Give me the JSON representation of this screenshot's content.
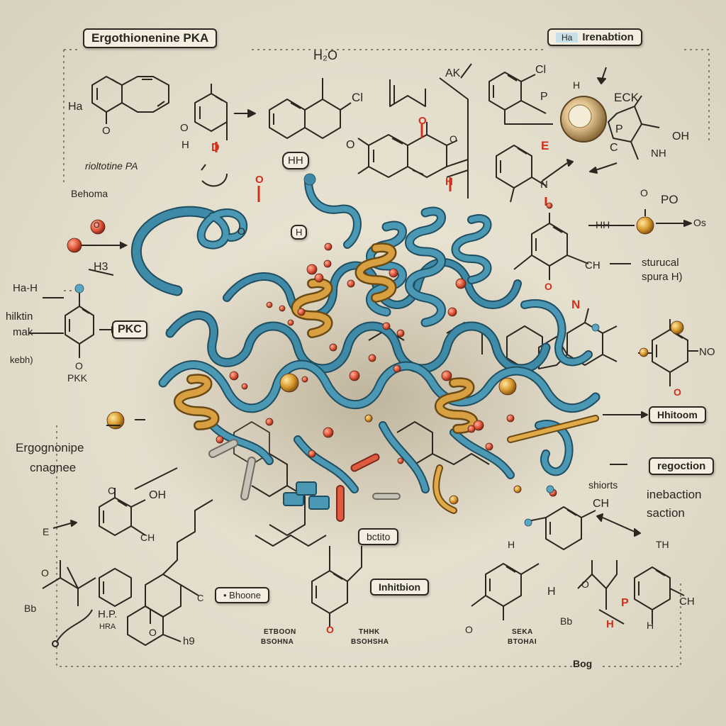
{
  "title": "Ergothionenine PKA",
  "title_tag": "Irenabtion",
  "title_tag_prefix": "Ha",
  "labels": {
    "left_sub": "rioltotine PA",
    "left_sub2": "Behoma",
    "hydrogen": "Ha-H",
    "hilkin": "hilktin",
    "mak": "mak",
    "hebh": "kebh)",
    "pkk": "PKK",
    "erg1": "Ergognonipe",
    "erg2": "cnagnee",
    "bottom_left_hp": "H.P.",
    "bottom_left_hra": "HRA",
    "bottom_h9": "h9",
    "btxt1a": "ETBOON",
    "btxt1b": "BSOHNA",
    "btxt2a": "THHK",
    "btxt2b": "BSOHSHA",
    "btxt3a": "SEKA",
    "btxt3b": "BTOHAI",
    "right_struct1": "sturucal",
    "right_struct2": "spura H)",
    "right_stion": "shiorts",
    "right_ineb": "inebaction",
    "right_saction": "saction",
    "right_th": "TH",
    "bog": "Bog",
    "hh": "HH",
    "hh2": "H",
    "eck": "ECK",
    "ak": "AK",
    "pa": "P",
    "cl": "Cl",
    "ch": "CH",
    "cho": "CH",
    "oh": "OH",
    "nh": "NH",
    "na": "N",
    "no": "NO",
    "po": "PO",
    "h20": "H₂O",
    "hs": "H",
    "h3": "H3",
    "p_ring": "P",
    "e_red": "E",
    "o_red": "O",
    "d_red": "D",
    "h_red": "H",
    "h_left": "Ha",
    "o_sym": "O",
    "o_gs": "Os",
    "c_sym": "C",
    "h_sym": "H",
    "b_sym": "Bb"
  },
  "boxes": {
    "pkc": "PKC",
    "hhitom": "Hhitoom",
    "regoction": "regoction",
    "bctito": "bctito",
    "bhoone": "• Bhoone",
    "inhibition": "Inhitbion"
  },
  "colors": {
    "background": "#e2dccb",
    "helix_blue": "#3f8aa6",
    "helix_gold": "#c89234",
    "atom_red": "#e05a40",
    "line": "#2b2720",
    "accent_red": "#d0301c"
  }
}
